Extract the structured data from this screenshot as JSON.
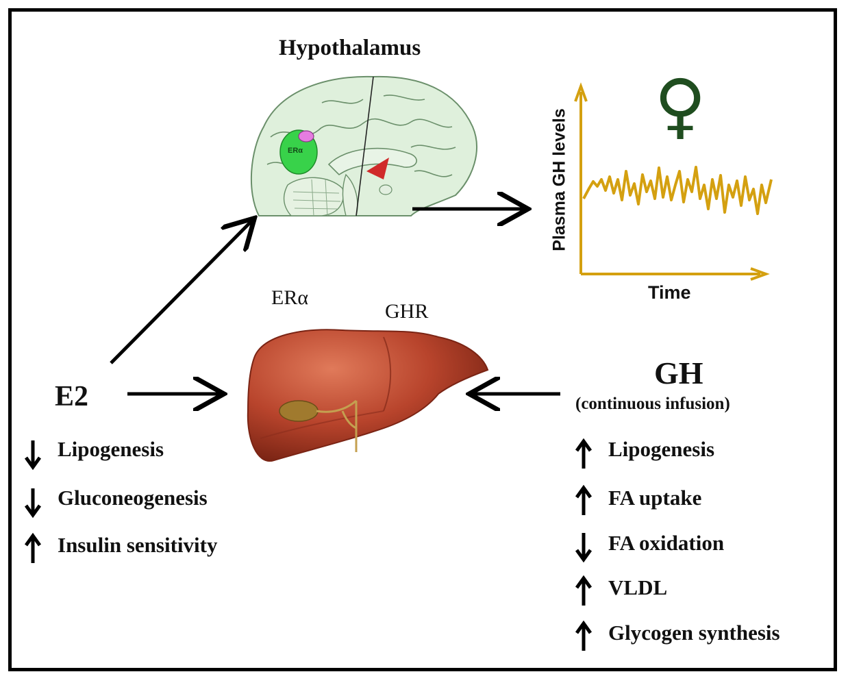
{
  "colors": {
    "brain_fill": "#dff0dc",
    "brain_line": "#6a8f6a",
    "er_blob": "#38d24a",
    "pink_spot": "#e57ce0",
    "red_spot": "#d02a2a",
    "gh_trace": "#d4a010",
    "female_symbol": "#1f4d1f",
    "liver": "#b8442c",
    "liver_dark": "#8a2d1c",
    "gallbladder": "#a07a2e",
    "frame": "#000000"
  },
  "brain": {
    "title": "Hypothalamus",
    "er_label": "ERα"
  },
  "graph": {
    "ylabel": "Plasma GH levels",
    "xlabel": "Time",
    "symbol": "♀"
  },
  "liver": {
    "label_er": "ERα",
    "label_ghr": "GHR"
  },
  "e2": {
    "label": "E2",
    "effects": [
      {
        "direction": "down",
        "icon": "down-arrow-icon",
        "text": "Lipogenesis"
      },
      {
        "direction": "down",
        "icon": "down-arrow-icon",
        "text": "Gluconeogenesis"
      },
      {
        "direction": "up",
        "icon": "up-arrow-icon",
        "text": "Insulin sensitivity"
      }
    ]
  },
  "gh": {
    "label": "GH",
    "subtitle": "(continuous infusion)",
    "effects": [
      {
        "direction": "up",
        "icon": "up-arrow-icon",
        "text": "Lipogenesis"
      },
      {
        "direction": "up",
        "icon": "up-arrow-icon",
        "text": "FA uptake"
      },
      {
        "direction": "down",
        "icon": "down-arrow-icon",
        "text": "FA oxidation"
      },
      {
        "direction": "up",
        "icon": "up-arrow-icon",
        "text": "VLDL"
      },
      {
        "direction": "up",
        "icon": "up-arrow-icon",
        "text": "Glycogen synthesis"
      }
    ]
  }
}
